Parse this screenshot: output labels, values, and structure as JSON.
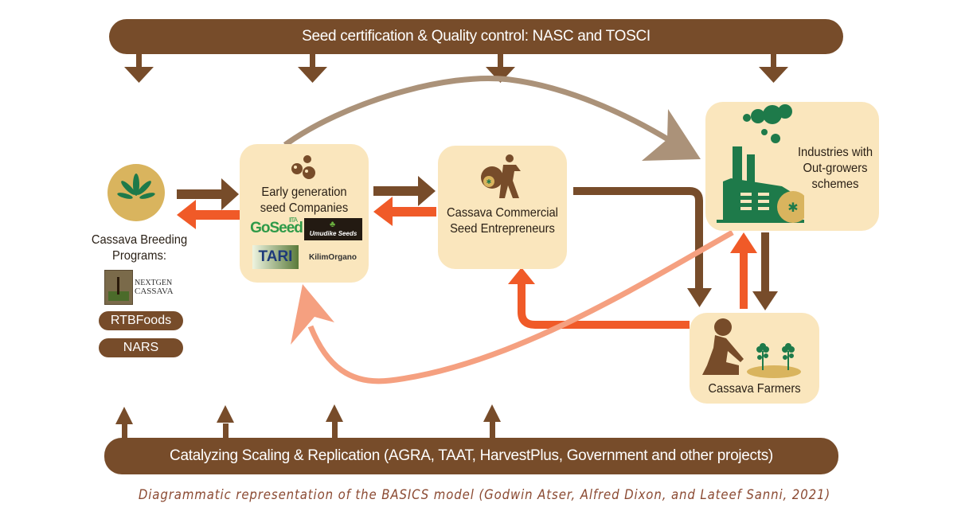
{
  "top_bar": {
    "label": "Seed certification & Quality control: NASC and TOSCI"
  },
  "bottom_bar": {
    "label": "Catalyzing Scaling & Replication (AGRA, TAAT, HarvestPlus, Government and other projects)"
  },
  "nodes": {
    "breeding": {
      "title_line1": "Cassava Breeding",
      "title_line2": "Programs:",
      "icon": "cassava-leaf-icon",
      "logos": {
        "nextgen_line1": "NEXTGEN",
        "nextgen_line2": "CASSAVA"
      },
      "pills": [
        "RTBFoods",
        "NARS"
      ]
    },
    "early_gen": {
      "title_line1": "Early generation",
      "title_line2": "seed Companies",
      "icon": "seed-bubbles-icon",
      "logos": {
        "goseed_small": "IITA",
        "goseed": "GoSeed",
        "umudike": "Umudike Seeds",
        "tari": "TARI",
        "kilimo": "KilimOrgano"
      }
    },
    "entrepreneurs": {
      "title_line1": "Cassava Commercial",
      "title_line2": "Seed Entrepreneurs",
      "icon": "person-carrying-sack-icon"
    },
    "industries": {
      "title_line1": "Industries with",
      "title_line2": "Out-growers",
      "title_line3": "schemes",
      "icon": "factory-icon"
    },
    "farmers": {
      "title": "Cassava Farmers",
      "icon": "farmer-planting-icon"
    }
  },
  "colors": {
    "brown": "#774c2a",
    "orange": "#f05a28",
    "salmon": "#f5a080",
    "taupe": "#ab9279",
    "box_fill": "#fae6bd",
    "green": "#1e7a4a",
    "gold": "#d9b45e"
  },
  "caption": "Diagrammatic representation of the BASICS model (Godwin Atser, Alfred Dixon, and Lateef Sanni, 2021)"
}
